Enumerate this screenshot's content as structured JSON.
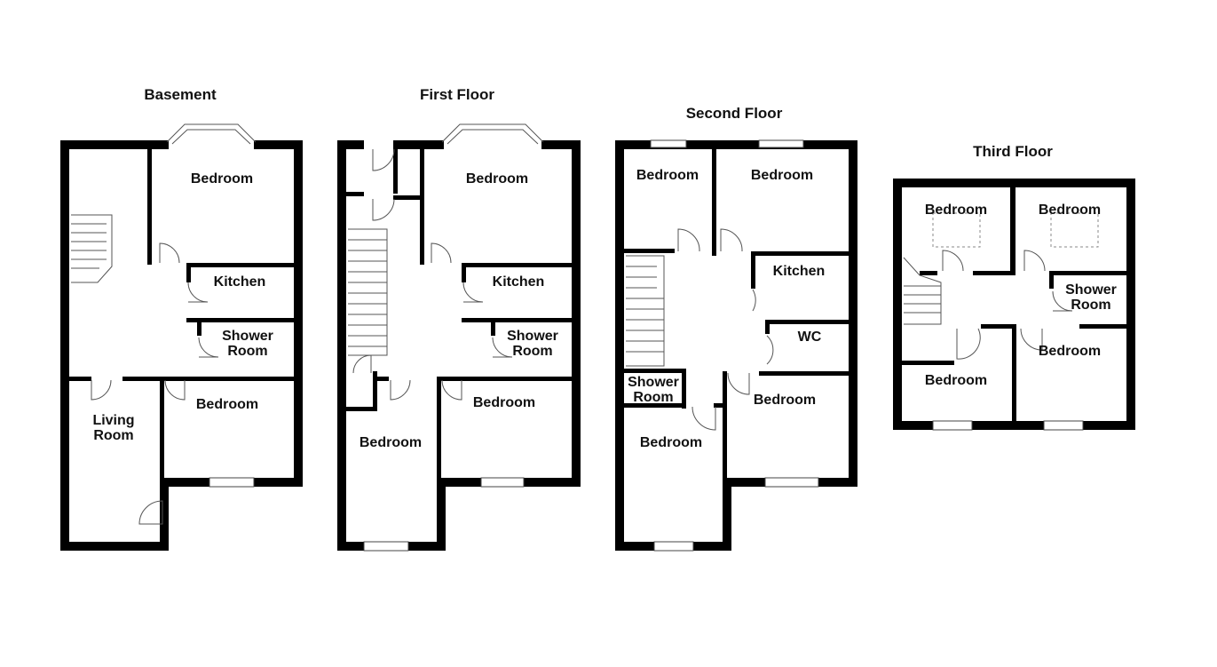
{
  "floors": [
    {
      "title": "Basement",
      "rooms": [
        "Bedroom",
        "Kitchen",
        "Shower",
        "Room",
        "Bedroom",
        "Living",
        "Room"
      ]
    },
    {
      "title": "First Floor",
      "rooms": [
        "Bedroom",
        "Kitchen",
        "Shower",
        "Room",
        "Bedroom",
        "Bedroom"
      ]
    },
    {
      "title": "Second Floor",
      "rooms": [
        "Bedroom",
        "Bedroom",
        "Kitchen",
        "WC",
        "Shower",
        "Room",
        "Bedroom",
        "Bedroom"
      ]
    },
    {
      "title": "Third Floor",
      "rooms": [
        "Bedroom",
        "Bedroom",
        "Shower",
        "Room",
        "Bedroom",
        "Bedroom"
      ]
    }
  ]
}
